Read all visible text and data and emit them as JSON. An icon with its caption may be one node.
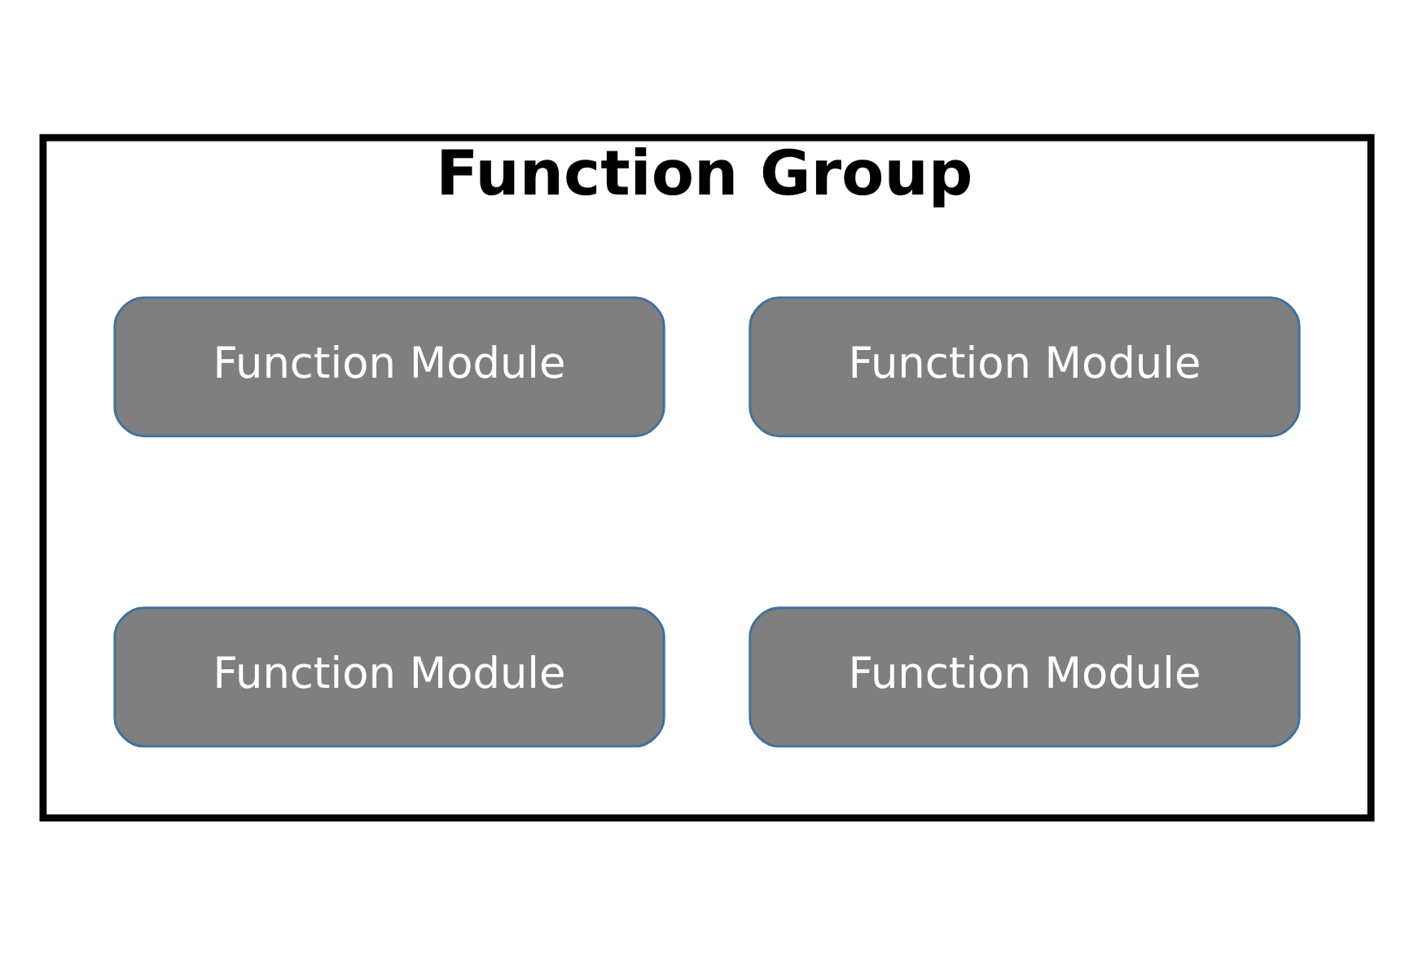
{
  "diagram": {
    "nodes": [
      {
        "text": [
          "Function Group"
        ]
      },
      {
        "text": [
          "Function Module"
        ],
        "in": 0
      },
      {
        "text": [
          "Function Module"
        ],
        "in": 0
      },
      {
        "text": [
          "Function Module"
        ],
        "in": 0
      },
      {
        "text": [
          "Function Module"
        ],
        "in": 0
      }
    ]
  }
}
